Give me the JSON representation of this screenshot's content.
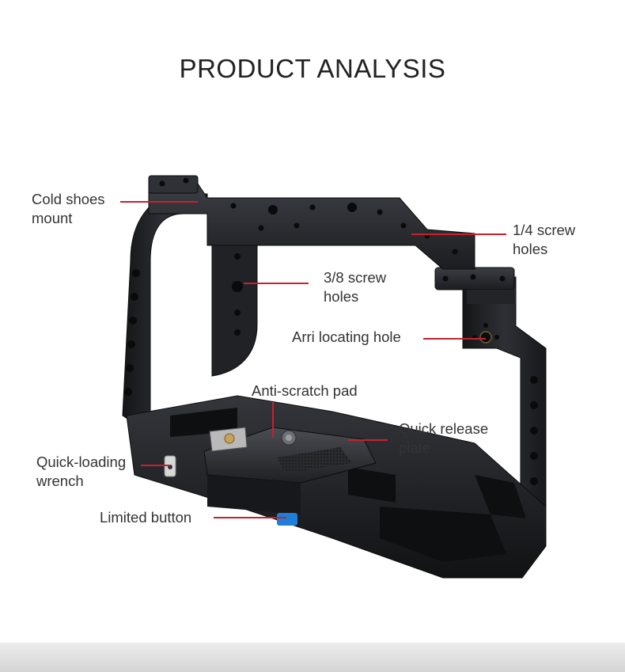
{
  "title": "PRODUCT ANALYSIS",
  "labels": {
    "cold_shoes": [
      "Cold shoes",
      "mount"
    ],
    "quarter_screw": [
      "1/4 screw",
      "holes"
    ],
    "three_eight_screw": [
      "3/8 screw",
      "holes"
    ],
    "arri": "Arri locating hole",
    "anti_scratch": "Anti-scratch pad",
    "quick_release": [
      "Quick release",
      "plate"
    ],
    "quick_loading": [
      "Quick-loading",
      "wrench"
    ],
    "limited_button": "Limited button"
  },
  "colors": {
    "leader": "#c8202e",
    "metal_dark": "#1b1c1f",
    "metal_mid": "#2b2d31",
    "metal_light": "#44474d",
    "accent_blue": "#1f7fd6",
    "brass": "#c9a25a"
  }
}
